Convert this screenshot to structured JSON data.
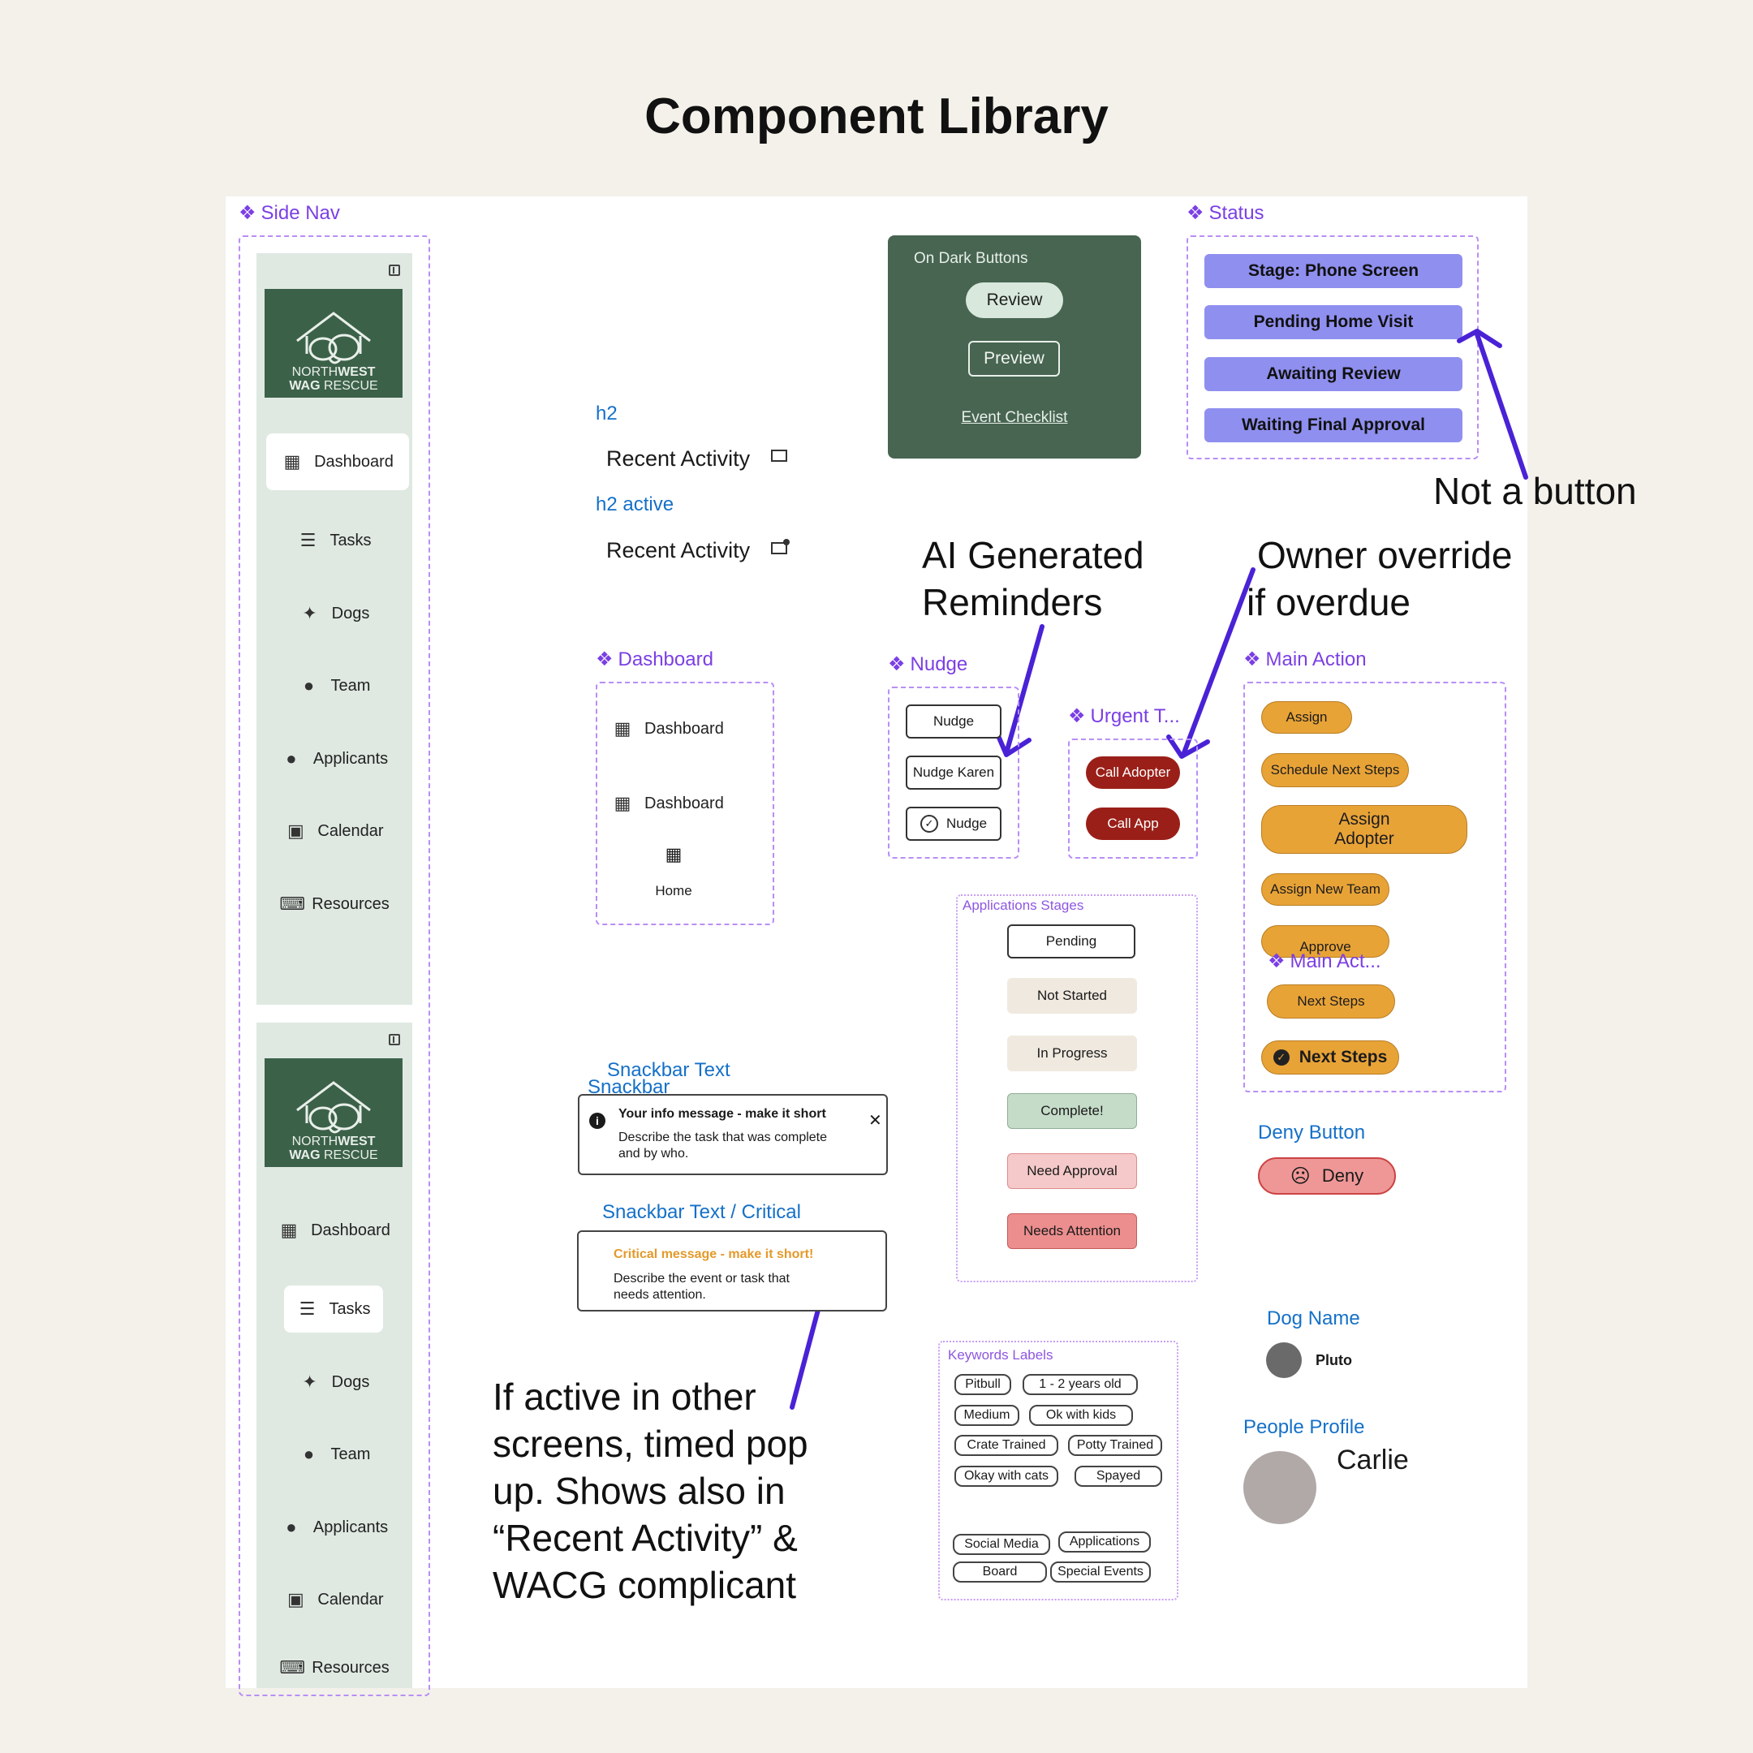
{
  "page": {
    "title": "Component Library"
  },
  "side_nav": {
    "label": "Side Nav",
    "logo_line1_a": "NORTH",
    "logo_line1_b": "WEST",
    "logo_line2_a": "WAG",
    "logo_line2_b": "RESCUE",
    "items": [
      {
        "label": "Dashboard",
        "icon": "dashboard-icon"
      },
      {
        "label": "Tasks",
        "icon": "tasks-icon"
      },
      {
        "label": "Dogs",
        "icon": "dog-icon"
      },
      {
        "label": "Team",
        "icon": "team-icon"
      },
      {
        "label": "Applicants",
        "icon": "applicants-icon"
      },
      {
        "label": "Calendar",
        "icon": "calendar-icon"
      },
      {
        "label": "Resources",
        "icon": "resources-icon"
      }
    ]
  },
  "h2": {
    "label": "h2",
    "text": "Recent Activity",
    "active_label": "h2 active",
    "active_text": "Recent Activity"
  },
  "on_dark": {
    "label": "On Dark Buttons",
    "review": "Review",
    "preview": "Preview",
    "link": "Event Checklist"
  },
  "status": {
    "label": "Status",
    "items": [
      "Stage: Phone Screen",
      "Pending Home Visit",
      "Awaiting Review",
      "Waiting Final Approval"
    ],
    "color": "#8f8ff0"
  },
  "annotations": {
    "not_button": "Not a button",
    "ai_1": "AI Generated",
    "ai_2": "Reminders",
    "owner_1": "Owner override",
    "owner_2": "if overdue",
    "popup_1": "If active in other",
    "popup_2": "screens, timed pop",
    "popup_3": "up. Shows also in",
    "popup_4": "“Recent Activity” &",
    "popup_5": "WACG complicant"
  },
  "dashboard": {
    "label": "Dashboard",
    "item1": "Dashboard",
    "item2": "Dashboard",
    "item3": "Home"
  },
  "nudge": {
    "label": "Nudge",
    "b1": "Nudge",
    "b2": "Nudge Karen",
    "b3": "Nudge"
  },
  "urgent": {
    "label": "Urgent T...",
    "b1": "Call Adopter",
    "b2": "Call App",
    "color": "#9a1f18"
  },
  "main_action": {
    "label": "Main Action",
    "b1": "Assign",
    "b2": "Schedule Next Steps",
    "b3a": "Assign",
    "b3b": "Adopter",
    "b4": "Assign New Team",
    "b5": "Approve",
    "sub_label": "Main Act...",
    "b6": "Next Steps",
    "b7": "Next Steps",
    "color": "#e8a337"
  },
  "app_stages": {
    "label": "Applications Stages",
    "items": [
      "Pending",
      "Not Started",
      "In Progress",
      "Complete!",
      "Need Approval",
      "Needs Attention"
    ]
  },
  "snackbar": {
    "label": "Snackbar Text",
    "sub_label": "Snackbar",
    "title": "Your info message - make it short",
    "desc1": "Describe the task that was complete",
    "desc2": "and by who.",
    "critical_label": "Snackbar Text / Critical",
    "critical_title": "Critical message - make it short!",
    "critical_desc1": "Describe the event or task that",
    "critical_desc2": "needs attention."
  },
  "keywords": {
    "label": "Keywords Labels",
    "items": [
      "Pitbull",
      "1 - 2 years old",
      "Medium",
      "Ok with kids",
      "Crate Trained",
      "Potty Trained",
      "Okay with cats",
      "Spayed",
      "Social Media",
      "Applications",
      "Board",
      "Special Events"
    ]
  },
  "deny": {
    "label": "Deny Button",
    "text": "Deny"
  },
  "dog_name": {
    "label": "Dog Name",
    "name": "Pluto"
  },
  "people": {
    "label": "People Profile",
    "name": "Carlie"
  }
}
